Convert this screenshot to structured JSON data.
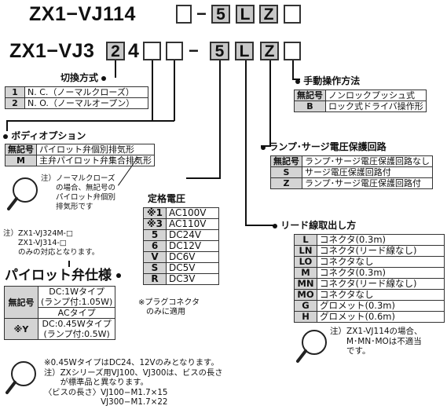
{
  "models": {
    "line1": "ZX1−VJ114",
    "line2_prefix": "ZX1−VJ3",
    "line2_box_digit": "2",
    "line2_digit": "4"
  },
  "boxes": {
    "dash": "−",
    "five": "5",
    "L": "L",
    "Z": "Z"
  },
  "switching": {
    "title": "切換方式",
    "rows": [
      {
        "code": "1",
        "desc": "N. C.（ノーマルクローズ）"
      },
      {
        "code": "2",
        "desc": "N. O.（ノーマルオープン）"
      }
    ]
  },
  "manual": {
    "title": "手動操作方法",
    "rows": [
      {
        "code": "無記号",
        "desc": "ノンロックプッシュ式"
      },
      {
        "code": "B",
        "desc": "ロック式ドライバ操作形"
      }
    ]
  },
  "body_option": {
    "title": "ボディオプション",
    "rows": [
      {
        "code": "無記号",
        "desc": "パイロット弁個別排気形"
      },
      {
        "code": "M",
        "desc": "主弁パイロット弁集合排気形"
      }
    ],
    "note": "注）ノーマルクローズ\n　　の場合、無記号の\n　　パイロット弁個別\n　　排気形です",
    "note2": "注）ZX1-VJ324M-□\n　　ZX1-VJ314-□\n　　のみの対応となります。"
  },
  "lamp": {
    "title": "ランプ･サージ電圧保護回路",
    "rows": [
      {
        "code": "無記号",
        "desc": "ランプ･サージ電圧保護回路なし"
      },
      {
        "code": "S",
        "desc": "サージ電圧保護回路付"
      },
      {
        "code": "Z",
        "desc": "ランプ･サージ電圧保護回路付"
      }
    ]
  },
  "voltage": {
    "title": "定格電圧",
    "rows": [
      {
        "code": "※1",
        "desc": "AC100V"
      },
      {
        "code": "※3",
        "desc": "AC110V"
      },
      {
        "code": "5",
        "desc": "DC24V"
      },
      {
        "code": "6",
        "desc": "DC12V"
      },
      {
        "code": "V",
        "desc": "DC6V"
      },
      {
        "code": "S",
        "desc": "DC5V"
      },
      {
        "code": "R",
        "desc": "DC3V"
      }
    ],
    "note": "※プラグコネクタ\n　のみに適用"
  },
  "lead": {
    "title": "リード線取出し方",
    "rows": [
      {
        "code": "L",
        "desc": "コネクタ(0.3m)"
      },
      {
        "code": "LN",
        "desc": "コネクタ(リード線なし)"
      },
      {
        "code": "LO",
        "desc": "コネクタなし"
      },
      {
        "code": "M",
        "desc": "コネクタ(0.3m)"
      },
      {
        "code": "MN",
        "desc": "コネクタ(リード線なし)"
      },
      {
        "code": "MO",
        "desc": "コネクタなし"
      },
      {
        "code": "G",
        "desc": "グロメット(0.3m)"
      },
      {
        "code": "H",
        "desc": "グロメット(0.6m)"
      }
    ],
    "note": "注）ZX1-VJ114の場合、\n　　M･MN･MOは不適当\n　　です。"
  },
  "pilot": {
    "title": "パイロット弁仕様",
    "rows": [
      {
        "code": "無記号",
        "line1": "DC:1Wタイプ",
        "line2": "(ランプ付:1.05W)",
        "line3": "ACタイプ"
      },
      {
        "code": "※Y",
        "line1": "DC:0.45Wタイプ",
        "line2": "(ランプ付:0.5W)"
      }
    ],
    "note": "※0.45WタイプはDC24、12Vのみとなります。\n注）ZXシリーズ用VJ100、VJ300は、ビスの長さ\n　　が標準品と異なります。\n〈ビスの長さ〉VJ100−M1.7×15\n　　　　　　　VJ300−M1.7×22"
  }
}
